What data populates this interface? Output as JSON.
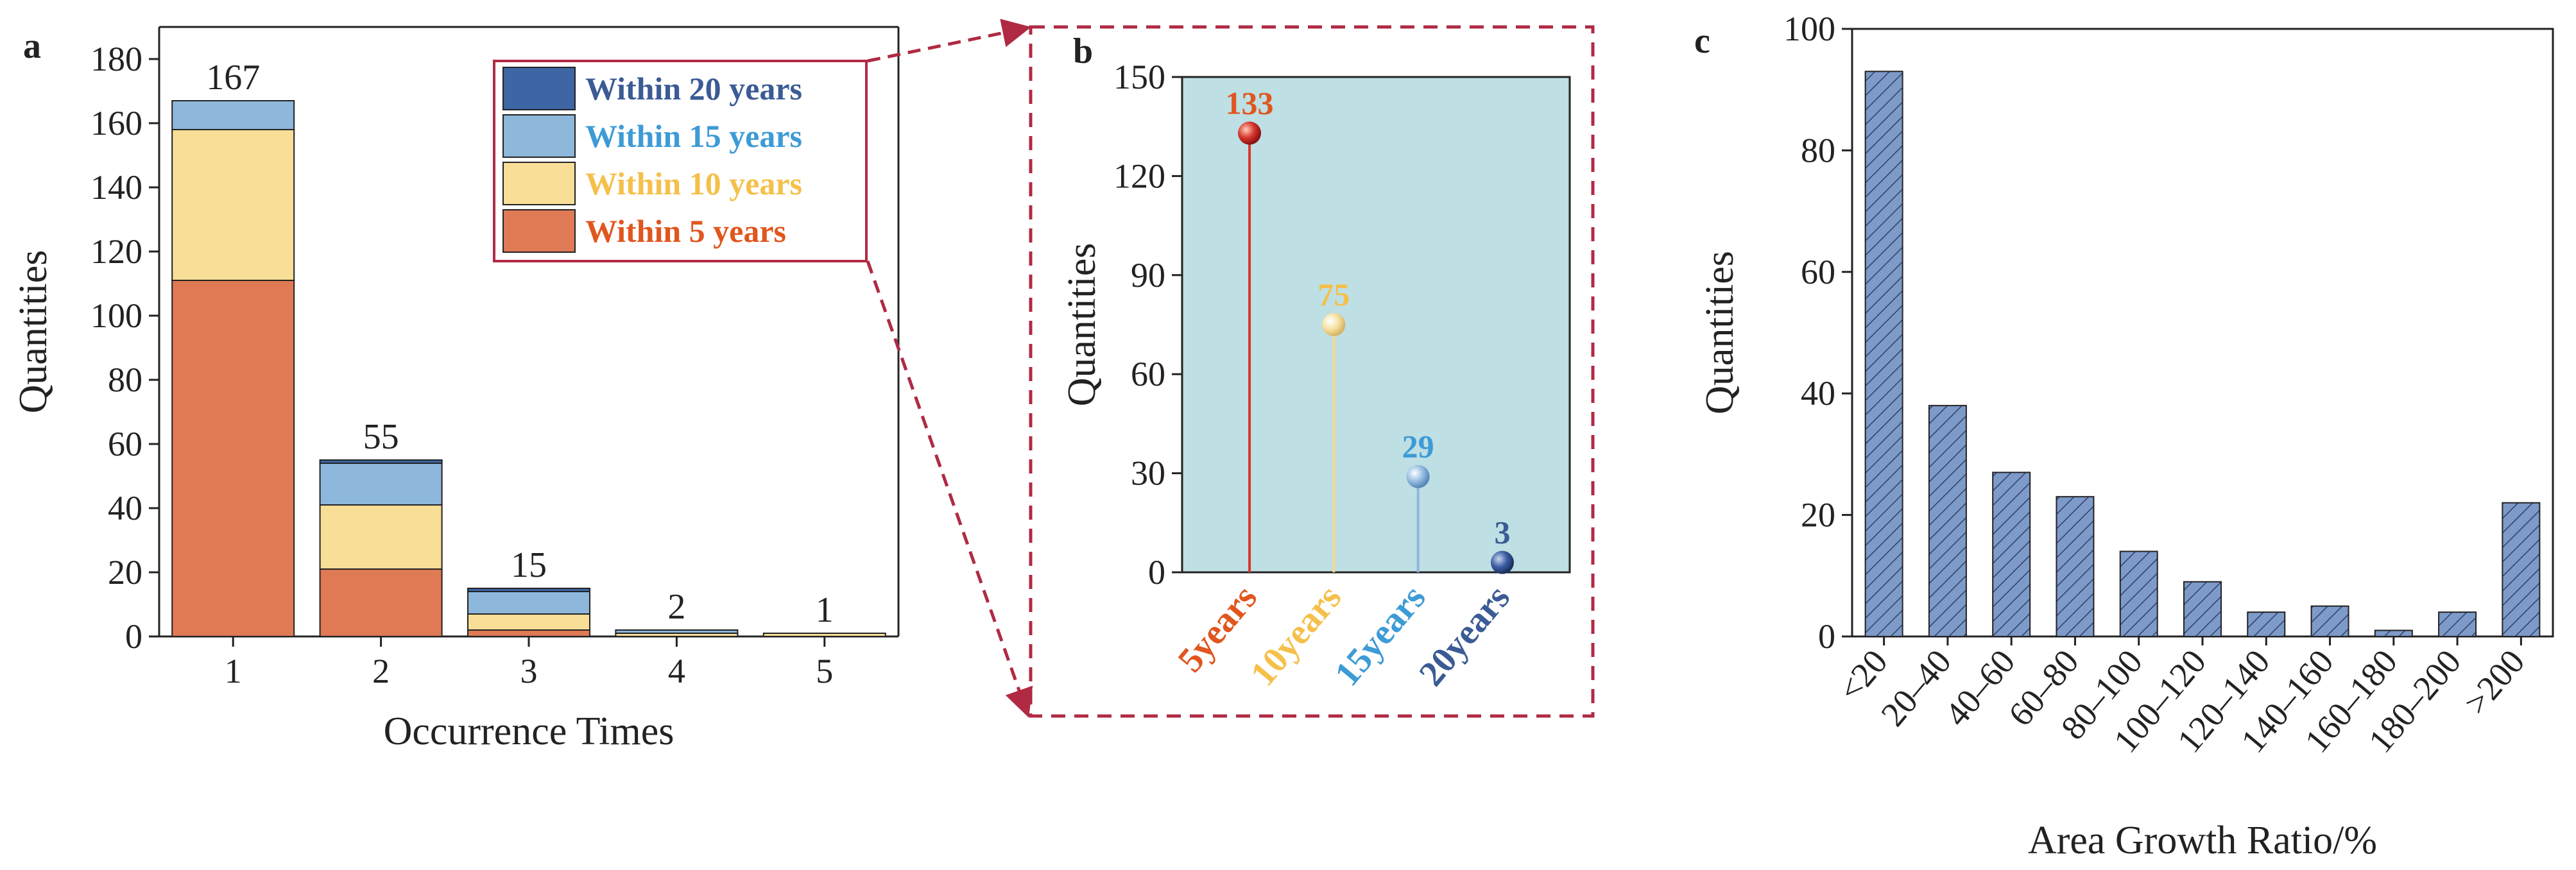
{
  "colors": {
    "within5": "#DF7A55",
    "within10": "#F9DE98",
    "within15": "#8DB7DB",
    "within20": "#3E66A5",
    "legend_border": "#B02A43",
    "callout": "#B02A43",
    "inset_bg": "#BEDFE3",
    "hist_fill": "#7D9AC9",
    "c5": "#E0561E",
    "c10": "#F5C04A",
    "c15": "#3D9BD6",
    "c20": "#3B5B95"
  },
  "chart_data": [
    {
      "panel": "a",
      "type": "bar",
      "stacked": true,
      "xlabel": "Occurrence Times",
      "ylabel": "Quantities",
      "categories": [
        "1",
        "2",
        "3",
        "4",
        "5"
      ],
      "ylim": [
        0,
        190
      ],
      "yticks": [
        "0",
        "20",
        "40",
        "60",
        "80",
        "100",
        "120",
        "140",
        "160",
        "180"
      ],
      "series": [
        {
          "name": "Within 5 years",
          "values": [
            111,
            21,
            2,
            0,
            0
          ]
        },
        {
          "name": "Within 10 years",
          "values": [
            47,
            20,
            5,
            1,
            1
          ]
        },
        {
          "name": "Within 15 years",
          "values": [
            9,
            13,
            7,
            1,
            0
          ]
        },
        {
          "name": "Within 20 years",
          "values": [
            0,
            1,
            1,
            0,
            0
          ]
        }
      ],
      "totals": [
        "167",
        "55",
        "15",
        "2",
        "1"
      ],
      "legend": {
        "position": "top-right",
        "entries": [
          {
            "prefix": "Within ",
            "number": "20",
            "suffix": " years"
          },
          {
            "prefix": "Within ",
            "number": "15",
            "suffix": " years"
          },
          {
            "prefix": "Within ",
            "number": "10",
            "suffix": " years"
          },
          {
            "prefix": "Within  ",
            "number": "5",
            "suffix": "  years"
          }
        ]
      }
    },
    {
      "panel": "b",
      "type": "scatter",
      "style": "lollipop",
      "ylabel": "Quantities",
      "categories": [
        "5years",
        "10years",
        "15years",
        "20years"
      ],
      "values": [
        133,
        75,
        29,
        3
      ],
      "labels": [
        "133",
        "75",
        "29",
        "3"
      ],
      "ylim": [
        0,
        150
      ],
      "yticks": [
        "0",
        "30",
        "60",
        "90",
        "120",
        "150"
      ]
    },
    {
      "panel": "c",
      "type": "bar",
      "xlabel": "Area Growth Ratio/%",
      "ylabel": "Quantities",
      "categories": [
        "<20",
        "20–40",
        "40–60",
        "60–80",
        "80–100",
        "100–120",
        "120–140",
        "140–160",
        "160–180",
        "180–200",
        ">200"
      ],
      "values": [
        93,
        38,
        27,
        23,
        14,
        9,
        4,
        5,
        1,
        4,
        22
      ],
      "ylim": [
        0,
        100
      ],
      "yticks": [
        "0",
        "20",
        "40",
        "60",
        "80",
        "100"
      ]
    }
  ]
}
